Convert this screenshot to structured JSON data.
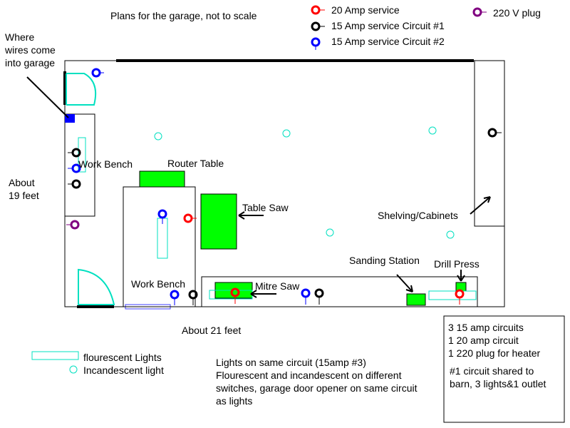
{
  "title": "Plans for the garage, not to scale",
  "legend_top": {
    "amp20": "20 Amp service",
    "amp15_c1": "15 Amp service Circuit #1",
    "amp15_c2": "15 Amp service Circuit #2",
    "v220": "220 V plug",
    "amp20_color": "#ff0000",
    "c1_color": "#000000",
    "c2_color": "#0000ff",
    "v220_color": "#800080"
  },
  "labels": {
    "wires_entry": "Where\nwires come\ninto garage",
    "work_bench_left": "Work Bench",
    "about_19": "About\n19 feet",
    "router_table": "Router Table",
    "table_saw": "Table Saw",
    "shelving": "Shelving/Cabinets",
    "sanding_station": "Sanding Station",
    "drill_press": "Drill Press",
    "mitre_saw": "Mitre Saw",
    "work_bench_bottom": "Work Bench",
    "about_21": "About 21 feet"
  },
  "legend_bottom": {
    "fluorescent": "flourescent Lights",
    "incandescent": "Incandescent light"
  },
  "lights_note": "Lights on same circuit (15amp #3)\nFlourescent and incandescent on different\nswitches, garage door opener on same circuit\nas lights",
  "summary_box": {
    "line1": "3 15 amp circuits",
    "line2": "1 20 amp circuit",
    "line3": "1 220 plug for heater",
    "line4": "#1 circuit shared to\nbarn, 3 lights&1 outlet"
  },
  "colors": {
    "equipment_green": "#00ff00",
    "light_cyan": "#00e0c0",
    "panel_blue": "#0000ff"
  }
}
